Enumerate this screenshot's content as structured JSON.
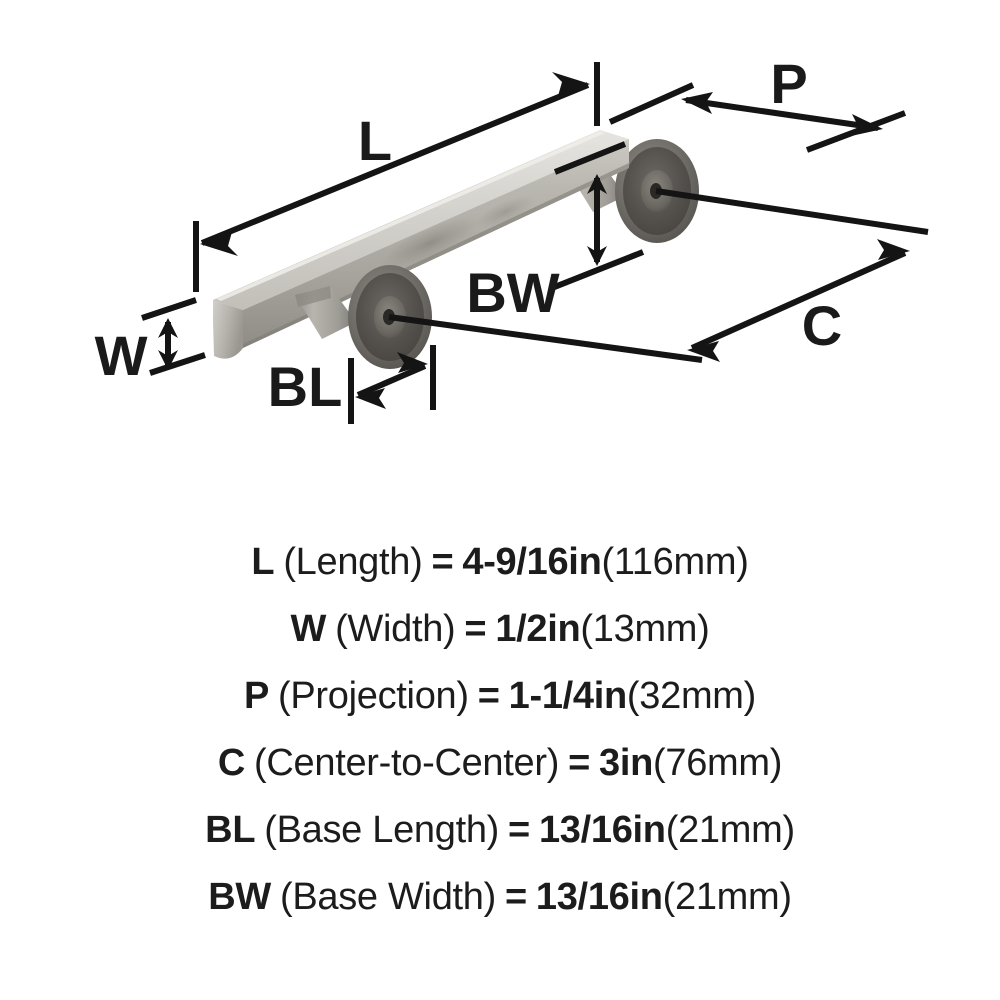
{
  "document": {
    "type": "product-dimension-diagram",
    "background_color": "#ffffff",
    "text_color": "#1c1c1c"
  },
  "diagram": {
    "product": "bar cabinet pull handle",
    "finish_colors": {
      "bar_top": "#d9d7d2",
      "bar_face": "#b3b0aa",
      "bar_shadow": "#8e8b85",
      "base_dark": "#5f5d58",
      "base_mid": "#7d7a74",
      "post": "#a5a29c"
    },
    "line_color": "#141414",
    "callouts": [
      {
        "id": "L",
        "label": "L",
        "meaning": "Length"
      },
      {
        "id": "W",
        "label": "W",
        "meaning": "Width"
      },
      {
        "id": "P",
        "label": "P",
        "meaning": "Projection"
      },
      {
        "id": "C",
        "label": "C",
        "meaning": "Center-to-Center"
      },
      {
        "id": "BL",
        "label": "BL",
        "meaning": "Base Length"
      },
      {
        "id": "BW",
        "label": "BW",
        "meaning": "Base Width"
      }
    ]
  },
  "specs": [
    {
      "code": "L",
      "name": "(Length)",
      "equals": "=",
      "value": "4-9/16in",
      "metric": "(116mm)"
    },
    {
      "code": "W",
      "name": "(Width)",
      "equals": "=",
      "value": "1/2in",
      "metric": "(13mm)"
    },
    {
      "code": "P",
      "name": "(Projection)",
      "equals": "=",
      "value": "1-1/4in",
      "metric": "(32mm)"
    },
    {
      "code": "C",
      "name": "(Center-to-Center)",
      "equals": "=",
      "value": "3in",
      "metric": "(76mm)"
    },
    {
      "code": "BL",
      "name": "(Base Length)",
      "equals": "=",
      "value": "13/16in",
      "metric": "(21mm)"
    },
    {
      "code": "BW",
      "name": "(Base Width)",
      "equals": "=",
      "value": "13/16in",
      "metric": "(21mm)"
    }
  ]
}
